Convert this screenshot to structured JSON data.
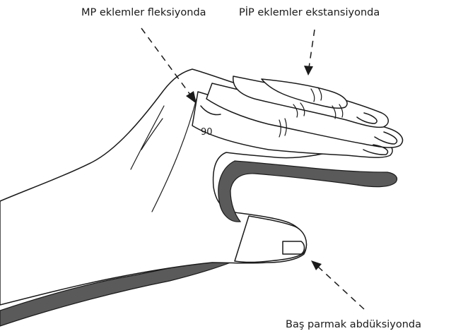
{
  "figure": {
    "labels": {
      "mp_flexion": "MP eklemler fleksiyonda",
      "pip_extension": "PİP eklemler ekstansiyonda",
      "thumb_abduction": "Baş parmak abdüksiyonda"
    },
    "angle_value": "90"
  },
  "colors": {
    "splint": "#5a5a5a",
    "line": "#1a1a1a",
    "background": "#ffffff"
  }
}
